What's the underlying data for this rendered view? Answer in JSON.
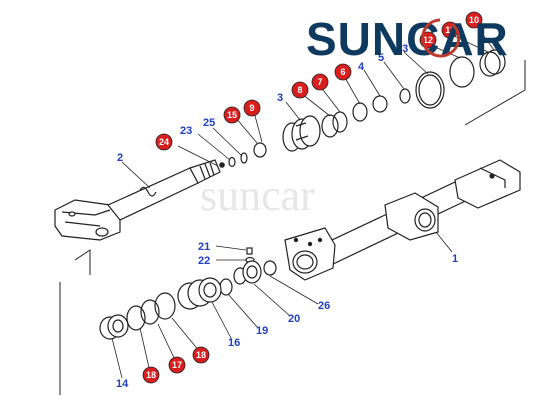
{
  "logo": {
    "text": "SUNCAR",
    "color": "#0f3a5f",
    "ring_color": "#c0392b"
  },
  "watermark": {
    "text": "suncar",
    "color": "#e3e3e3"
  },
  "colors": {
    "blue_label": "#1f3fbf",
    "red_badge": "#d81e1e",
    "line": "#222222"
  },
  "labels": {
    "l1": "1",
    "l2": "2",
    "l3": "3",
    "l4": "4",
    "l5": "5",
    "l13": "13",
    "l14": "14",
    "l16": "16",
    "l19": "19",
    "l20": "20",
    "l21": "21",
    "l22": "22",
    "l23": "23",
    "l25": "25",
    "l26": "26"
  },
  "badges": {
    "b6": "6",
    "b7": "7",
    "b8": "8",
    "b9": "9",
    "b10": "10",
    "b11": "11",
    "b12": "12",
    "b15": "15",
    "b17": "17",
    "b18a": "18",
    "b18b": "18",
    "b24": "24"
  }
}
